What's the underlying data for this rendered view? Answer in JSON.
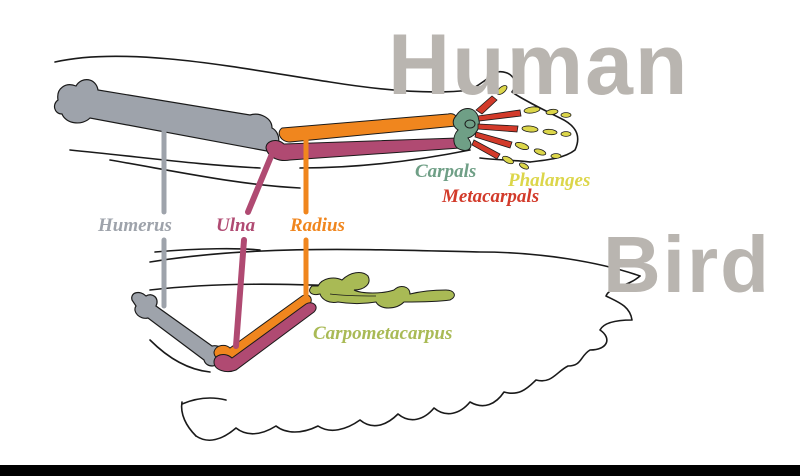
{
  "headings": {
    "human": "Human",
    "bird": "Bird"
  },
  "labels": {
    "humerus": "Humerus",
    "ulna": "Ulna",
    "radius": "Radius",
    "carpals": "Carpals",
    "phalanges": "Phalanges",
    "metacarpals": "Metacarpals",
    "carpometacarpus": "Carpometacarpus"
  },
  "colors": {
    "humerus": "#9ea3ab",
    "ulna": "#b04a72",
    "radius": "#f0861e",
    "carpals": "#6f9f86",
    "phalanges": "#dcd64a",
    "metacarpals": "#d23a2a",
    "carpometacarpus": "#a9ba55",
    "heading": "#b9b5b0",
    "outline": "#1a1a1a"
  }
}
